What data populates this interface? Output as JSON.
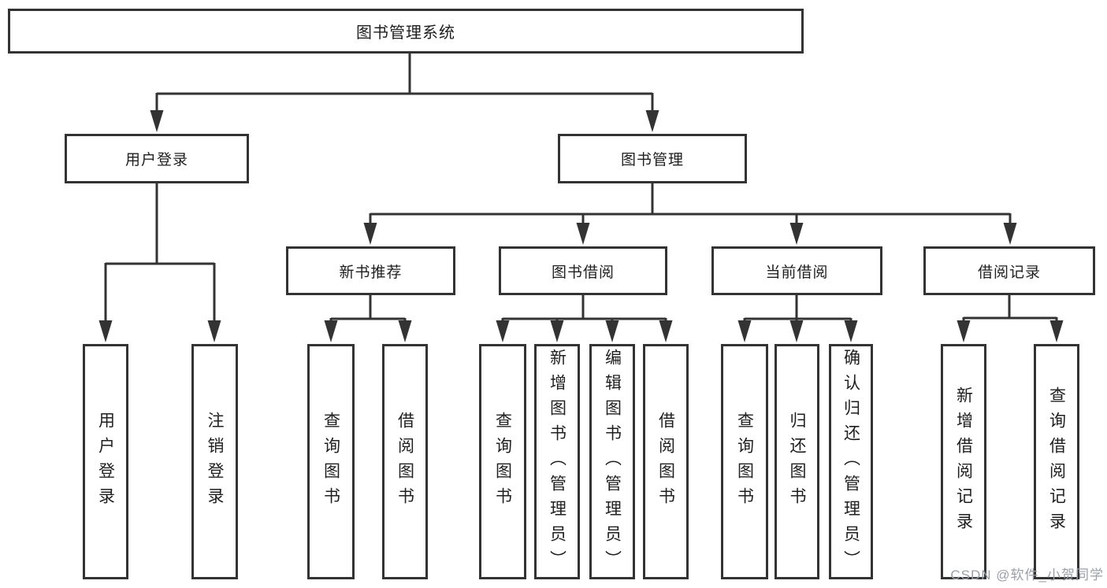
{
  "title": {
    "label": "图书管理系统"
  },
  "level1": {
    "user_login": {
      "label": "用户登录"
    },
    "book_mgmt": {
      "label": "图书管理"
    }
  },
  "level2": {
    "new_books": {
      "label": "新书推荐"
    },
    "book_borrow": {
      "label": "图书借阅"
    },
    "current_borrow": {
      "label": "当前借阅"
    },
    "borrow_records": {
      "label": "借阅记录"
    }
  },
  "leaves": {
    "user_login": [
      "用户登录",
      "注销登录"
    ],
    "new_books": [
      "查询图书",
      "借阅图书"
    ],
    "book_borrow": [
      "查询图书",
      "新增图书（管理员）",
      "编辑图书（管理员）",
      "借阅图书"
    ],
    "current_borrow": [
      "查询图书",
      "归还图书",
      "确认归还（管理员）"
    ],
    "borrow_records": [
      "新增借阅记录",
      "查询借阅记录"
    ]
  },
  "watermark": {
    "text": "CSDN @软件_小贺同学"
  },
  "colors": {
    "line": "#333333",
    "box_border": "#333333",
    "text": "#1f1f1f",
    "watermark": "#9aa0a8",
    "background": "#ffffff"
  }
}
